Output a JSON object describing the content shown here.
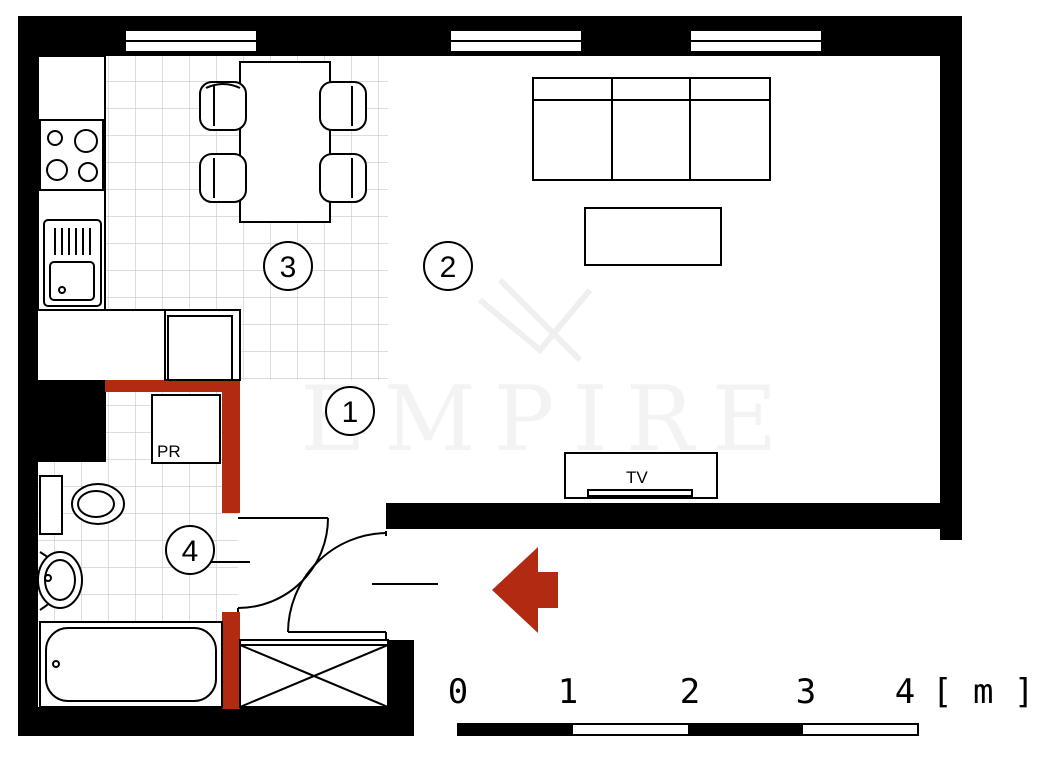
{
  "plan": {
    "rooms": [
      {
        "id": "entry",
        "number": "1"
      },
      {
        "id": "living",
        "number": "2"
      },
      {
        "id": "kitchen",
        "number": "3"
      },
      {
        "id": "bathroom",
        "number": "4"
      }
    ],
    "labels": {
      "tv": "TV",
      "pr": "PR"
    },
    "watermark": "EMPIRE",
    "scale": {
      "ticks": [
        "0",
        "1",
        "2",
        "3",
        "4"
      ],
      "unit": "[ m ]"
    },
    "colors": {
      "wall": "#000000",
      "accent": "#b22a12",
      "tile_grid": "#c8c8c8"
    },
    "entrance_marker": "arrow-left"
  }
}
